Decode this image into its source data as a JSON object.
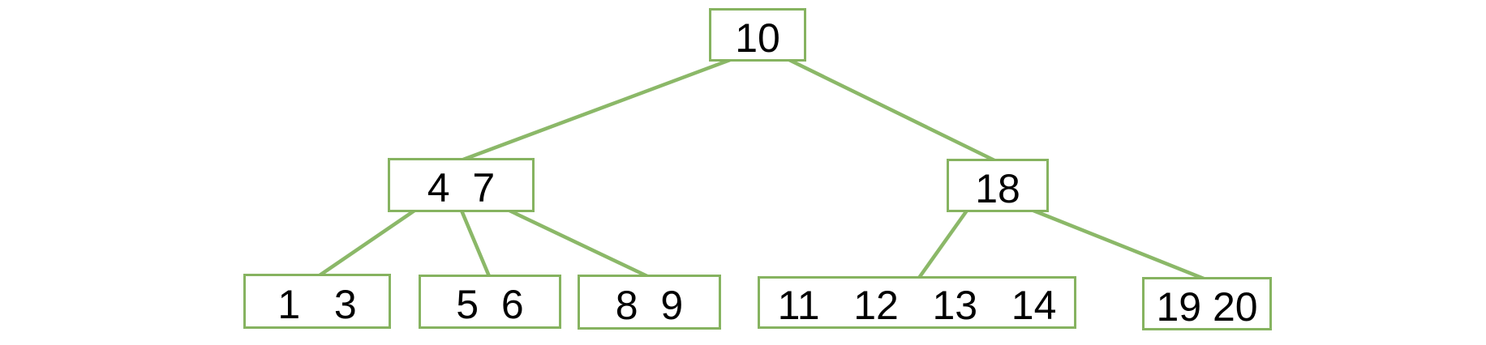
{
  "colors": {
    "edge_green": "#8bb868",
    "node_border_green": "#86b360",
    "text": "#000000",
    "background": "#ffffff"
  },
  "tree": {
    "type": "b-tree",
    "levels": 3,
    "nodes": [
      {
        "id": "root",
        "level": 0,
        "keys": [
          "10"
        ],
        "label": "10",
        "parent": null
      },
      {
        "id": "internal-4-7",
        "level": 1,
        "keys": [
          "4",
          "7"
        ],
        "label": "4  7",
        "parent": "root"
      },
      {
        "id": "internal-18",
        "level": 1,
        "keys": [
          "18"
        ],
        "label": "18",
        "parent": "root"
      },
      {
        "id": "leaf-1-3",
        "level": 2,
        "keys": [
          "1",
          "3"
        ],
        "label": "1   3",
        "parent": "internal-4-7"
      },
      {
        "id": "leaf-5-6",
        "level": 2,
        "keys": [
          "5",
          "6"
        ],
        "label": "5  6",
        "parent": "internal-4-7"
      },
      {
        "id": "leaf-8-9",
        "level": 2,
        "keys": [
          "8",
          "9"
        ],
        "label": "8  9",
        "parent": "internal-4-7"
      },
      {
        "id": "leaf-11-12-13-14",
        "level": 2,
        "keys": [
          "11",
          "12",
          "13",
          "14"
        ],
        "label": "11   12   13   14",
        "parent": "internal-18"
      },
      {
        "id": "leaf-19-20",
        "level": 2,
        "keys": [
          "19",
          "20"
        ],
        "label": "19 20",
        "parent": "internal-18"
      }
    ],
    "edges": [
      {
        "from": "root",
        "to": "internal-4-7"
      },
      {
        "from": "root",
        "to": "internal-18"
      },
      {
        "from": "internal-4-7",
        "to": "leaf-1-3"
      },
      {
        "from": "internal-4-7",
        "to": "leaf-5-6"
      },
      {
        "from": "internal-4-7",
        "to": "leaf-8-9"
      },
      {
        "from": "internal-18",
        "to": "leaf-11-12-13-14"
      },
      {
        "from": "internal-18",
        "to": "leaf-19-20"
      }
    ]
  }
}
